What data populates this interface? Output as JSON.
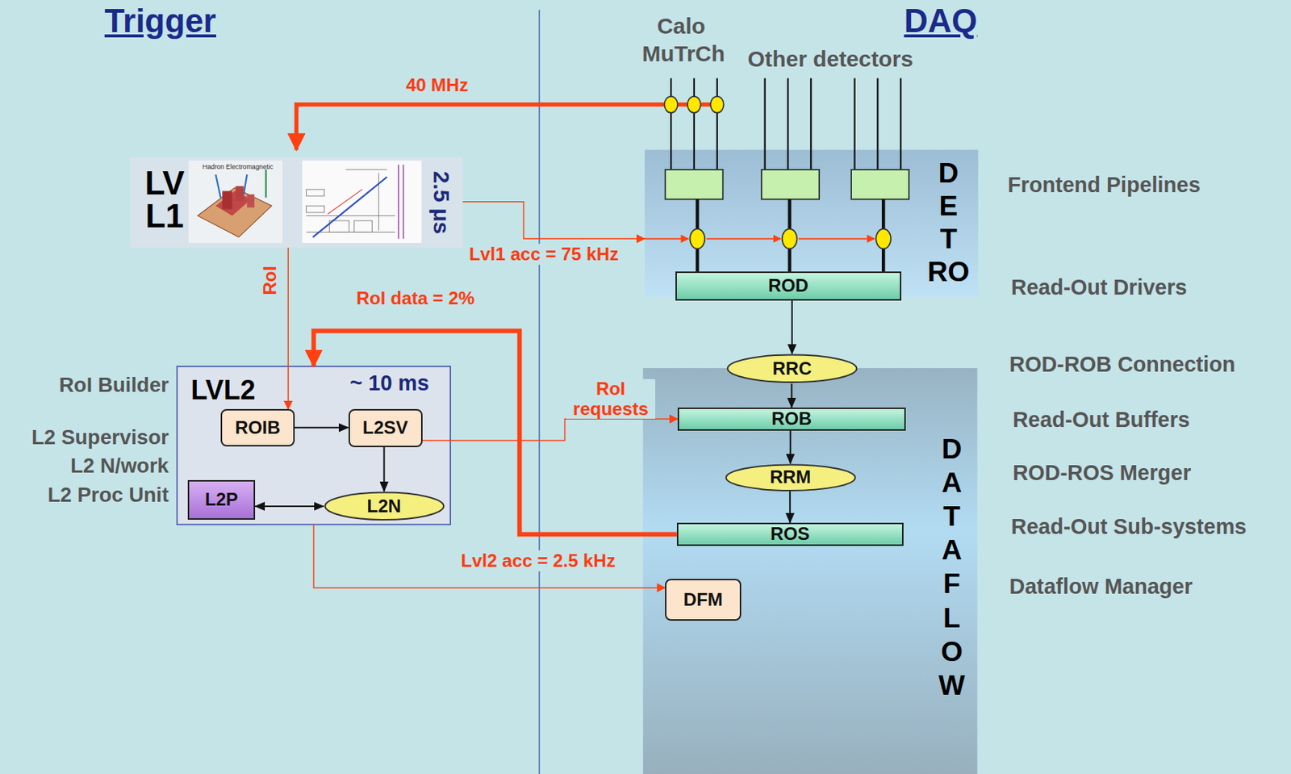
{
  "diagram": {
    "nodes": [
      {
        "text": [
          "LV L1",
          "2.5 μs"
        ]
      },
      {
        "text": [
          "LVL2",
          "~ 10 ms"
        ]
      },
      {
        "text": [
          "ROIB"
        ],
        "in": 1
      },
      {
        "text": [
          "L2SV"
        ],
        "in": 1
      },
      {
        "text": [
          "L2P"
        ],
        "in": 1
      },
      {
        "text": [
          "L2N"
        ],
        "in": 1
      },
      {
        "text": [
          "D E T RO"
        ]
      },
      {
        "text": [
          "ROD"
        ],
        "in": 6
      },
      {
        "text": [
          "RRC"
        ]
      },
      {
        "text": [
          "D A T A F L O W"
        ]
      },
      {
        "text": [
          "ROB"
        ],
        "in": 9
      },
      {
        "text": [
          "RRM"
        ],
        "in": 9
      },
      {
        "text": [
          "ROS"
        ],
        "in": 9
      },
      {
        "text": [
          "DFM"
        ],
        "in": 9
      }
    ],
    "edges": [
      {
        "from": 0,
        "to": 2,
        "arrow": "to",
        "label": "RoI"
      },
      {
        "from": 0,
        "to": 6,
        "arrow": "to",
        "label": "Lvl1 acc = 75 kHz"
      },
      {
        "from": 12,
        "to": 1,
        "arrow": "to",
        "label": "RoI data = 2%"
      },
      {
        "from": 2,
        "to": 3,
        "arrow": "to"
      },
      {
        "from": 3,
        "to": 5,
        "arrow": "to"
      },
      {
        "from": 4,
        "to": 5,
        "arrow": "both"
      },
      {
        "from": 3,
        "to": 10,
        "arrow": "to",
        "label": "RoI requests"
      },
      {
        "from": 1,
        "to": 13,
        "arrow": "to",
        "label": "Lvl2 acc = 2.5 kHz"
      },
      {
        "from": 7,
        "to": 8,
        "arrow": "to"
      },
      {
        "from": 8,
        "to": 10,
        "arrow": "to"
      },
      {
        "from": 10,
        "to": 11,
        "arrow": "to"
      },
      {
        "from": 11,
        "to": 12,
        "arrow": "to"
      }
    ],
    "labels": [
      "Trigger",
      "DAQ",
      "Calo",
      "MuTrCh",
      "Other detectors",
      "40 MHz",
      "Hadron Electromagnetic",
      "Frontend Pipelines",
      "Read-Out Drivers",
      "RoI Builder",
      "ROD-ROB Connection",
      "Read-Out Buffers",
      "L2 Supervisor",
      "ROD-ROS Merger",
      "L2 N/work",
      "L2 Proc Unit",
      "Read-Out Sub-systems",
      "Dataflow Manager"
    ]
  }
}
